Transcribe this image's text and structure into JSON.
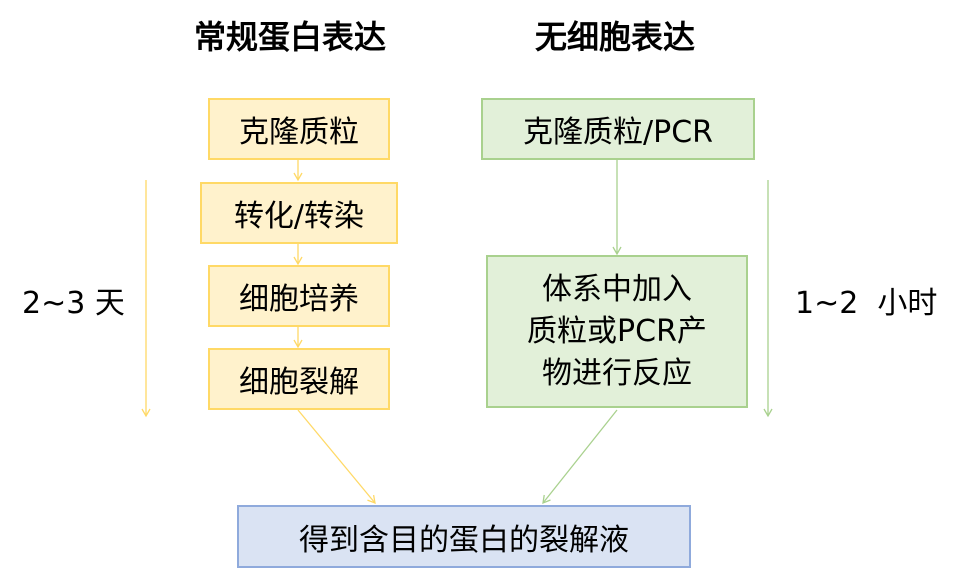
{
  "headings": {
    "conventional": "常规蛋白表达",
    "cell_free": "无细胞表达"
  },
  "conventional_steps": [
    "克隆质粒",
    "转化/转染",
    "细胞培养",
    "细胞裂解"
  ],
  "cell_free_steps": {
    "start": "克隆质粒/PCR",
    "reaction_lines": [
      "体系中加入",
      "质粒或PCR产",
      "物进行反应"
    ]
  },
  "result": "得到含目的蛋白的裂解液",
  "durations": {
    "conventional": "2~3 天",
    "cell_free": "1~2  小时"
  },
  "colors": {
    "yellow_fill": "#fff2cc",
    "yellow_border": "#ffd966",
    "green_fill": "#e2f0d9",
    "green_border": "#a9d18e",
    "blue_fill": "#dae3f3",
    "blue_border": "#8faadc"
  }
}
